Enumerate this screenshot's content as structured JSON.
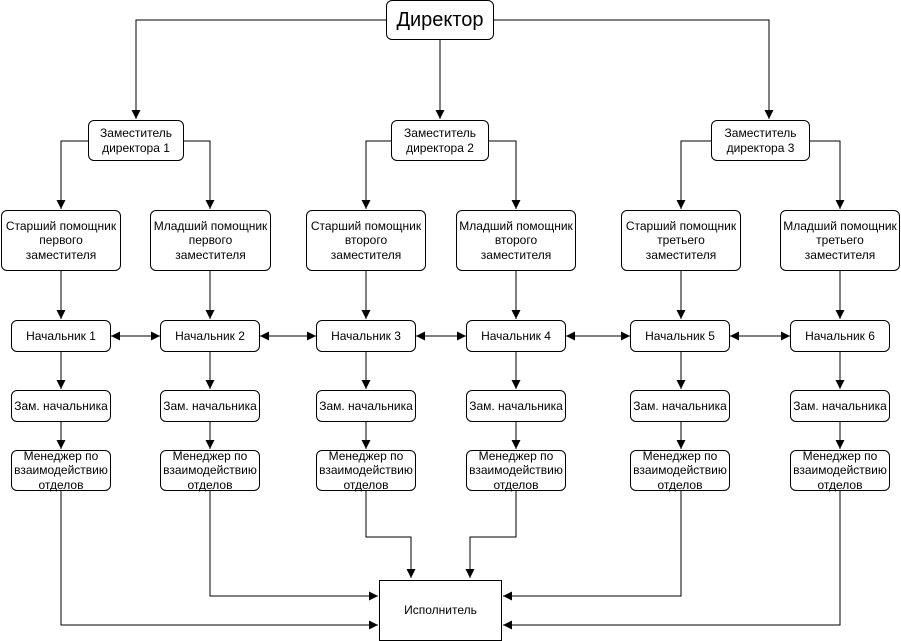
{
  "nodes": {
    "director": "Директор",
    "dep1": "Заместитель директора 1",
    "dep2": "Заместитель директора 2",
    "dep3": "Заместитель директора 3",
    "sa1": "Старший помощник первого заместителя",
    "ja1": "Младший помощник первого заместителя",
    "sa2": "Старший помощник второго заместителя",
    "ja2": "Младший помощник второго заместителя",
    "sa3": "Старший помощник третьего заместителя",
    "ja3": "Младший помощник третьего заместителя",
    "h1": "Начальник 1",
    "h2": "Начальник 2",
    "h3": "Начальник 3",
    "h4": "Начальник 4",
    "h5": "Начальник 5",
    "h6": "Начальник 6",
    "zam": "Зам. начальника",
    "mgr": "Менеджер по взаимодействию отделов",
    "executor": "Исполнитель"
  }
}
